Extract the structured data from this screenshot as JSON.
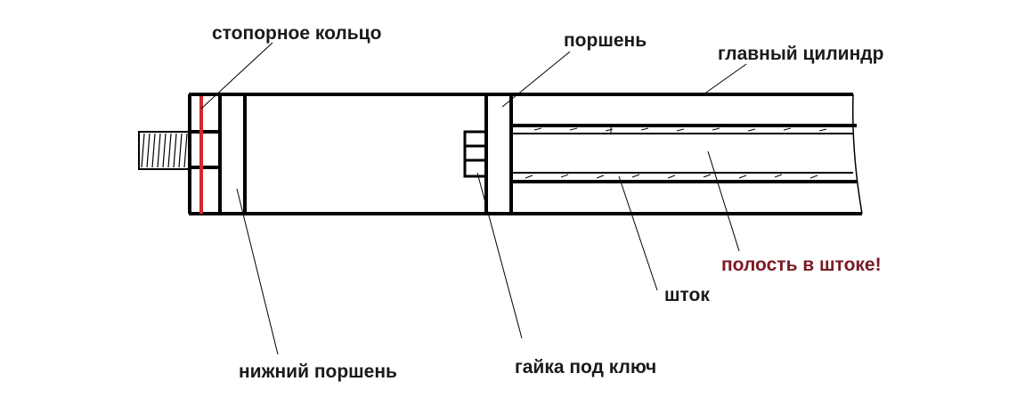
{
  "labels": {
    "retaining_ring": "стопорное кольцо",
    "piston": "поршень",
    "main_cylinder": "главный цилиндр",
    "rod_cavity": "полость в штоке!",
    "rod": "шток",
    "lower_piston": "нижний поршень",
    "wrench_nut": "гайка под ключ"
  },
  "colors": {
    "line": "#000000",
    "label_text": "#1a1a1a",
    "retaining_ring": "#d42a2a",
    "highlight_text": "#7b1a22"
  }
}
